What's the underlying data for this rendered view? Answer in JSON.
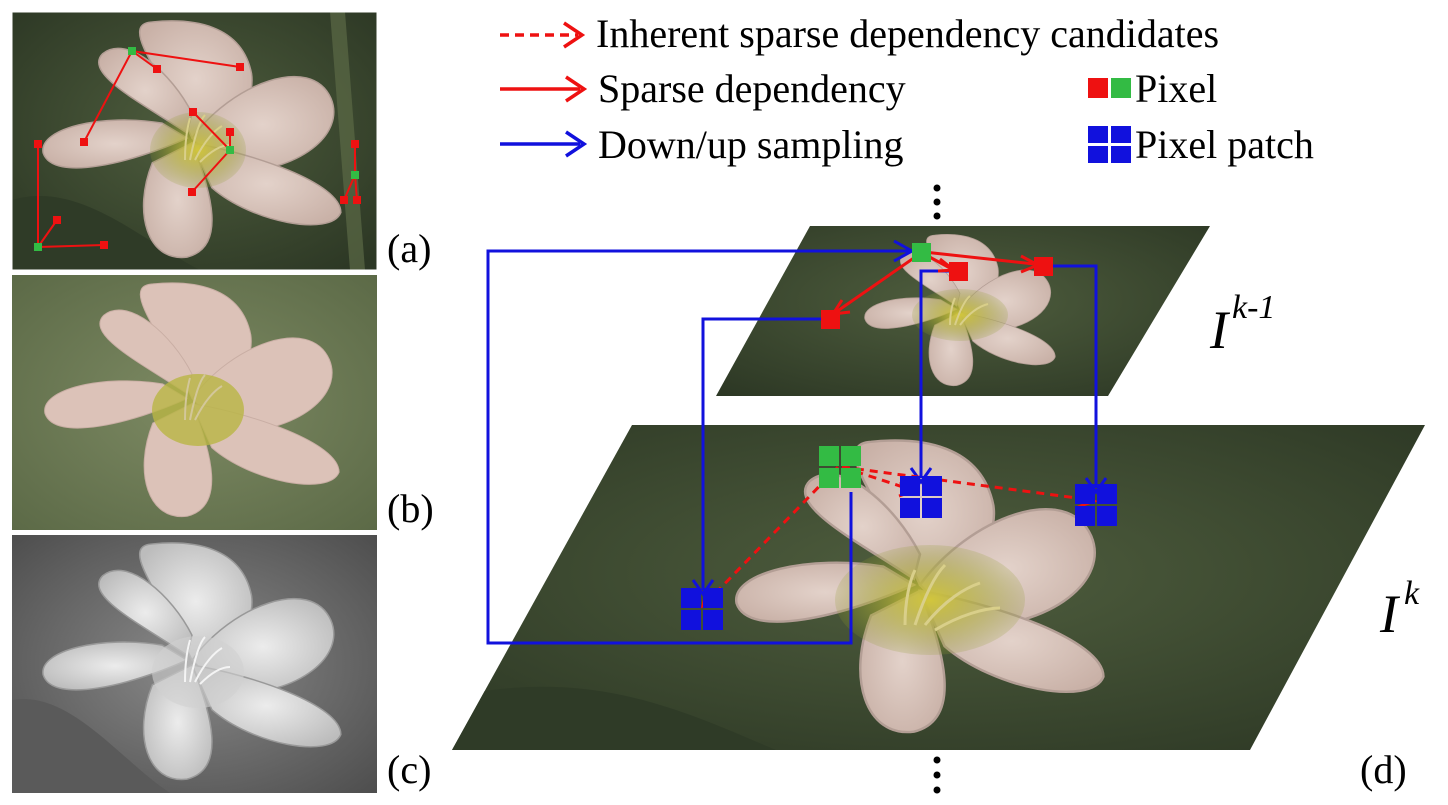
{
  "legend": {
    "candidates": "Inherent sparse dependency candidates",
    "sparse": "Sparse dependency",
    "sampling": "Down/up sampling",
    "pixel": "Pixel",
    "patch": "Pixel patch"
  },
  "panels": {
    "a": "(a)",
    "b": "(b)",
    "c": "(c)",
    "d": "(d)"
  },
  "levels": {
    "prev_base": "I",
    "prev_sup": "k-1",
    "cur_base": "I",
    "cur_sup": "k"
  },
  "colors": {
    "red": "#ee1111",
    "green": "#33bb44",
    "blue": "#1111dd",
    "petal": "#d9c4bb",
    "leaf": "#3f4d33",
    "center": "#b8b23a"
  }
}
